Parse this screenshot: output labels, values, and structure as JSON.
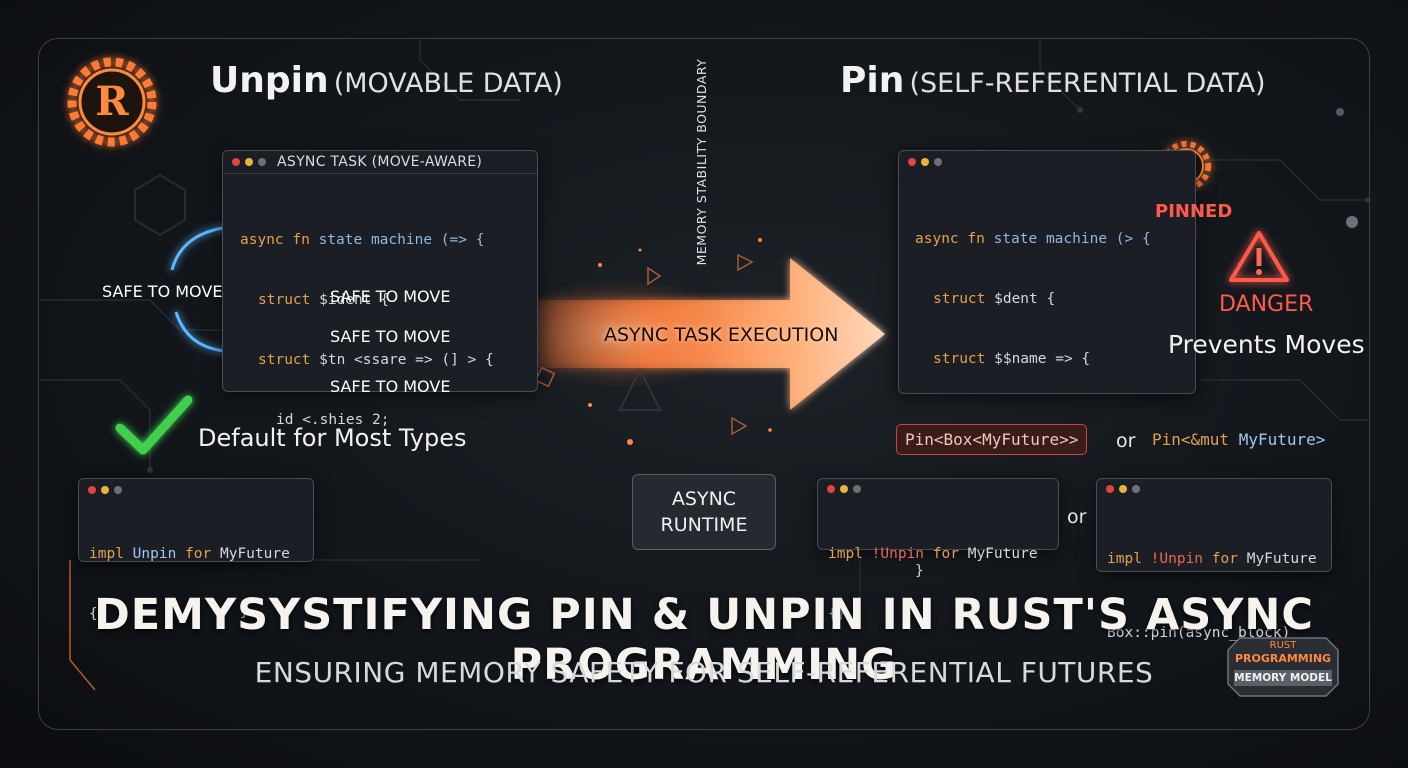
{
  "left": {
    "heading": "Unpin",
    "subheading": "(MOVABLE DATA)",
    "window_title": "ASYNC TASK (MOVE-AWARE)",
    "code_lines": [
      {
        "kw": "async fn",
        "rest": " state machine (=> {"
      },
      {
        "kw": "struct",
        "rest": " $ident {"
      },
      {
        "kw": "struct",
        "rest": " $tn <ssare => (] > {"
      },
      {
        "kw": "",
        "rest": "id <.shies 2;"
      },
      {
        "kw": "",
        "rest": "}"
      },
      {
        "kw": "",
        "rest": "}"
      }
    ],
    "safe_to_move_label": "SAFE TO MOVE",
    "arrow_labels": [
      "SAFE TO MOVE",
      "SAFE TO MOVE",
      "SAFE TO MOVE"
    ],
    "default_text": "Default for Most Types",
    "impl_code": {
      "kw": "impl",
      "ty": "Unpin",
      "kw2": "for",
      "name": "MyFuture",
      "brace": "{}"
    }
  },
  "center": {
    "boundary_label": "MEMORY STABILITY BOUNDARY",
    "execution_label": "ASYNC TASK EXECUTION",
    "runtime_line1": "ASYNC",
    "runtime_line2": "RUNTIME"
  },
  "right": {
    "heading": "Pin",
    "subheading": "(SELF-REFERENTIAL DATA)",
    "code_lines": [
      {
        "kw": "async fn",
        "rest": " state machine (> {"
      },
      {
        "kw": "struct",
        "rest": " $dent {"
      },
      {
        "kw": "struct",
        "rest": " $$name => {"
      },
      {
        "kw": "",
        "rest": "}"
      },
      {
        "kw": "",
        "rest": "}"
      }
    ],
    "pinned_label": "PINNED",
    "danger_label": "DANGER",
    "prevents_label": "Prevents Moves",
    "pin_box": "Pin<Box<MyFuture>>",
    "or_label": "or",
    "pin_mut_kw": "Pin<&mut",
    "pin_mut_name": "MyFuture>",
    "impl1": {
      "kw": "impl",
      "bang": "!Unpin",
      "kw2": "for",
      "name": "MyFuture",
      "brace": "{}"
    },
    "impl_or": "or",
    "impl2": {
      "kw": "impl",
      "bang": "!Unpin",
      "kw2": "for",
      "name": "MyFuture",
      "line2": "Box::pin(async_block)"
    }
  },
  "title": "DEMYSYSTIFYING PIN & UNPIN IN RUST'S ASYNC PROGRAMMING",
  "subtitle": "ENSURING MEMORY SAFETY FOR SELF-REFERENTIAL FUTURES",
  "badge": {
    "line1": "RUST",
    "line2": "PROGRAMMING",
    "line3": "MEMORY MODEL"
  },
  "logo_letter": "R",
  "colors": {
    "accent_orange": "#ff8a3d",
    "accent_blue": "#5ab8ff",
    "danger": "#ff5a4a",
    "check": "#3fcf4f"
  }
}
